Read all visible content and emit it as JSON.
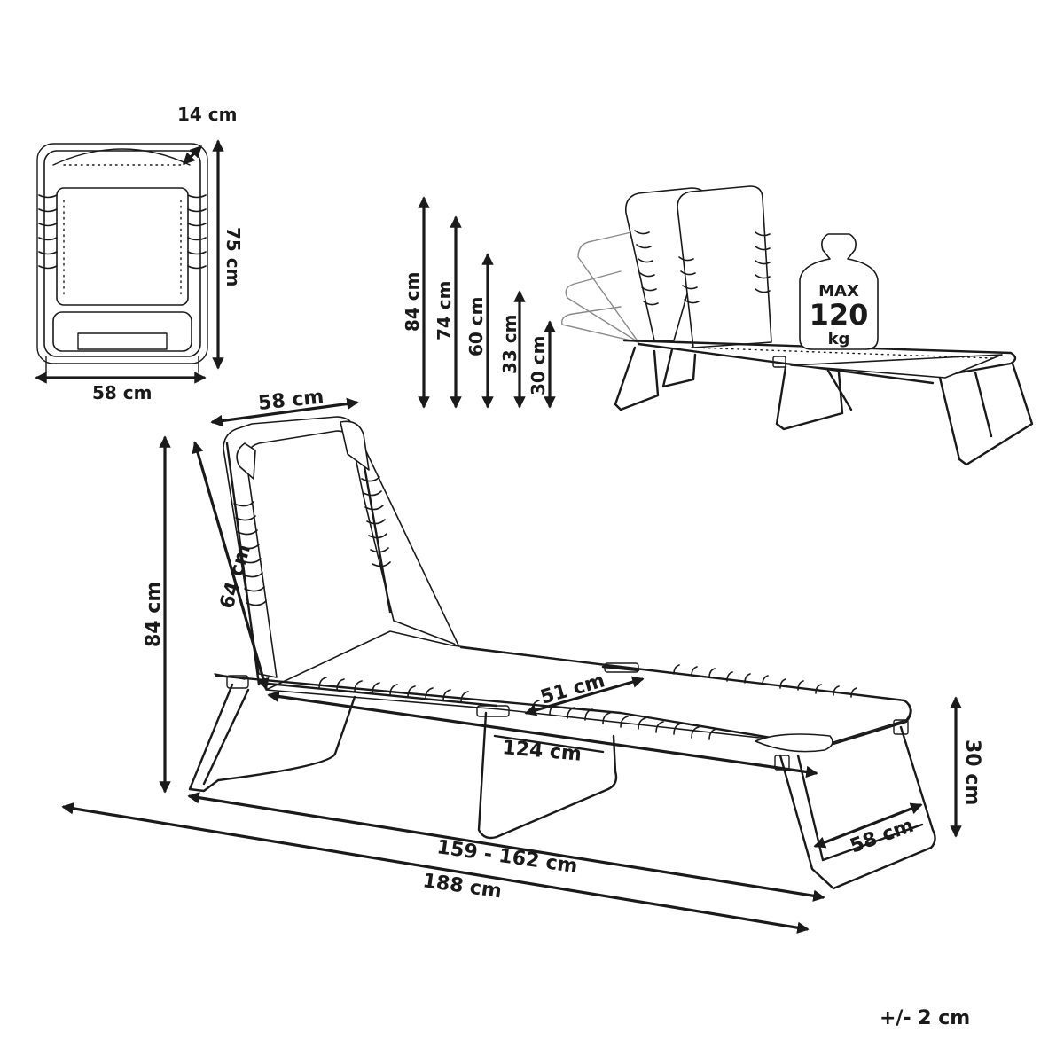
{
  "top_view": {
    "depth_label": "14 cm",
    "length_label": "75 cm",
    "width_label": "58 cm"
  },
  "backrest_heights": [
    "84 cm",
    "74 cm",
    "60 cm",
    "33 cm",
    "30 cm"
  ],
  "weight": {
    "line1": "MAX",
    "line2": "120",
    "line3": "kg"
  },
  "main_view": {
    "back_width_label": "58 cm",
    "back_length_label": "64 cm",
    "height_label": "84 cm",
    "seat_width_label": "51 cm",
    "seat_length_label": "124 cm",
    "seat_height_label": "30 cm",
    "foot_width_label": "58 cm",
    "base_length_label": "159 - 162 cm",
    "total_length_label": "188 cm"
  },
  "tolerance": "+/- 2 cm"
}
